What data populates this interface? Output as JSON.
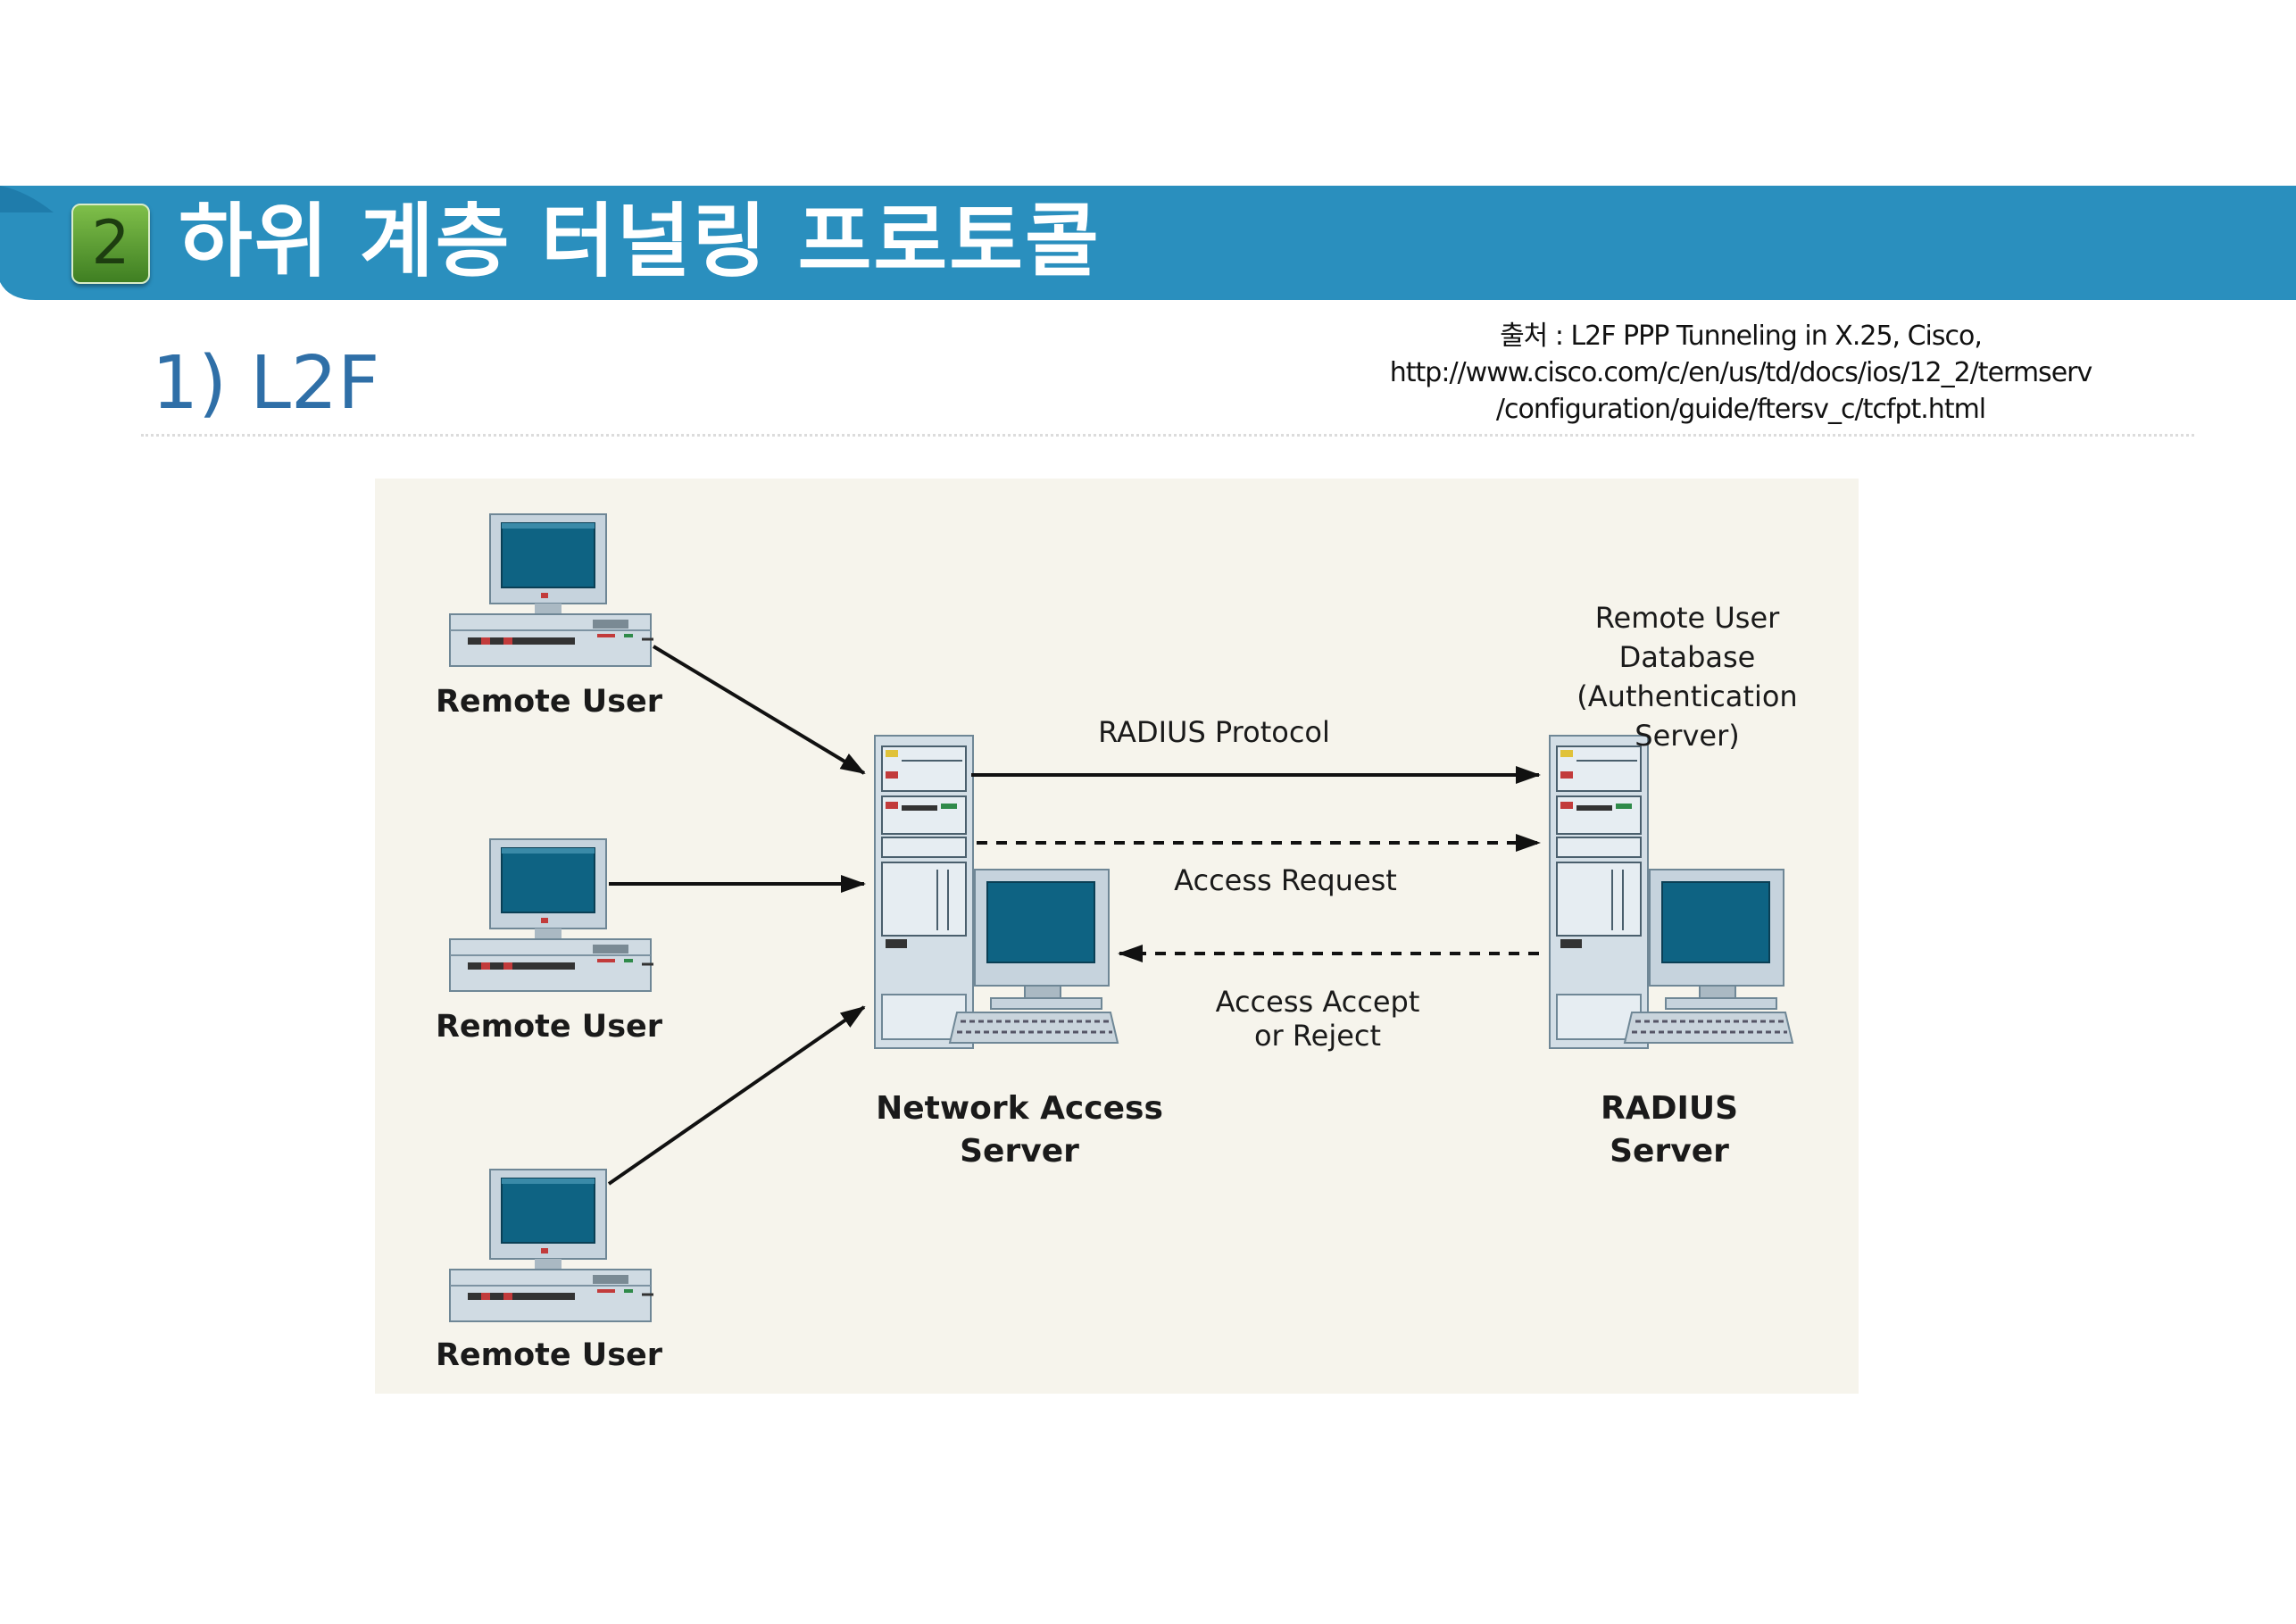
{
  "slide": {
    "section_number": "2",
    "title": "하위 계층 터널링 프로토콜",
    "subtitle": "1) L2F",
    "source_lines": [
      "출처 : L2F PPP Tunneling in X.25, Cisco,",
      "http://www.cisco.com/c/en/us/td/docs/ios/12_2/termserv",
      "/configuration/guide/ftersv_c/tcfpt.html"
    ]
  },
  "diagram": {
    "remote_users": [
      "Remote User",
      "Remote User",
      "Remote User"
    ],
    "nas_label_1": "Network Access",
    "nas_label_2": "Server",
    "radius_label_1": "RADIUS",
    "radius_label_2": "Server",
    "database_lines": [
      "Remote User",
      "Database",
      "(Authentication",
      "Server)"
    ],
    "radius_protocol": "RADIUS Protocol",
    "access_request": "Access Request",
    "access_accept_1": "Access Accept",
    "access_accept_2": "or Reject"
  },
  "colors": {
    "banner": "#2a8fbe",
    "screen": "#0e6383",
    "panel": "#f6f4ec"
  }
}
